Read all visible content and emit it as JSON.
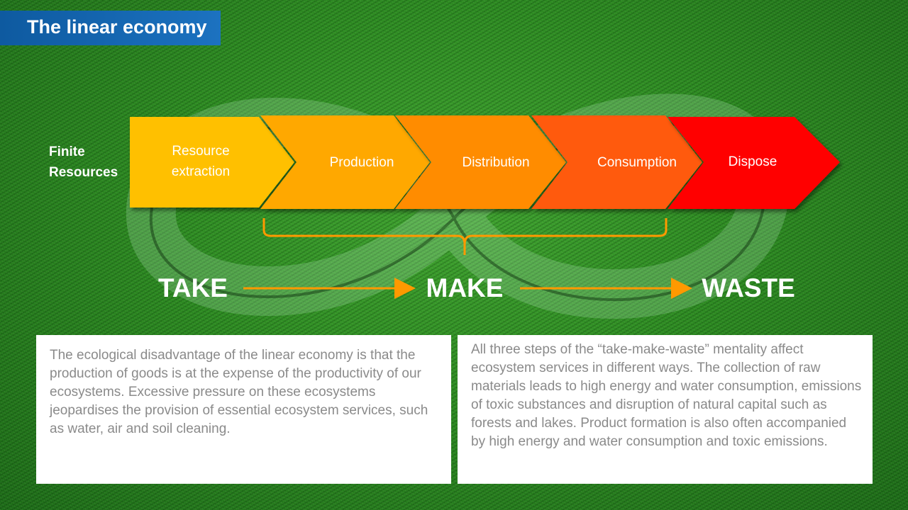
{
  "slide": {
    "title": "The linear economy"
  },
  "diagram": {
    "source_label": "Finite Resources",
    "stages": [
      {
        "label": "Resource extraction",
        "color": "#FFC000"
      },
      {
        "label": "Production",
        "color": "#FFA800"
      },
      {
        "label": "Distribution",
        "color": "#FF8C00"
      },
      {
        "label": "Consumption",
        "color": "#FF5A0A"
      },
      {
        "label": "Dispose",
        "color": "#FF0000"
      }
    ],
    "flow_words": [
      "TAKE",
      "MAKE",
      "WASTE"
    ],
    "accent_color": "#FF9900"
  },
  "text_boxes": {
    "left": "The ecological  disadvantage of the linear economy is that the production of goods is at the expense of the productivity of our ecosystems. Excessive  pressure on these ecosystems  jeopardises the provision of essential ecosystem services,  such as water, air and soil cleaning.",
    "right": "All three steps of the “take-make-waste”  mentality affect ecosystem services in different ways. The collection of raw materials leads to high energy and water consumption, emissions of toxic substances and disruption of natural capital such as forests and lakes. Product formation is also often accompanied by high energy and water consumption and toxic emissions."
  }
}
